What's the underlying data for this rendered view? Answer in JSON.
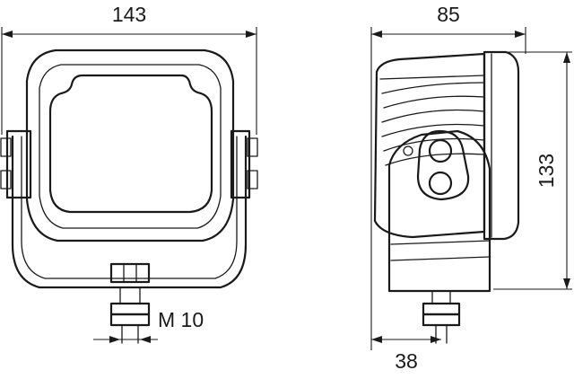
{
  "drawing": {
    "front_view": {
      "width_label": "143",
      "thread_label": "M 10"
    },
    "side_view": {
      "depth_label": "85",
      "height_label": "133",
      "mount_offset_label": "38"
    }
  }
}
